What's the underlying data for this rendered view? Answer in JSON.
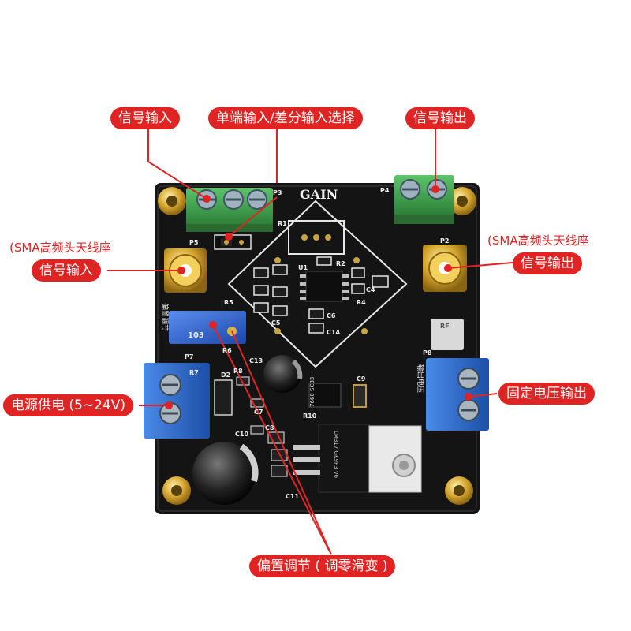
{
  "callouts": {
    "signal_input_top": "信号输入",
    "select": "单端输入/差分输入选择",
    "signal_output_top": "信号输出",
    "sma_left_note": "(SMA高频头天线座",
    "signal_input_sma": "信号输入",
    "sma_right_note": "(SMA高频头天线座",
    "signal_output_sma": "信号输出",
    "power": "电源供电 (5~24V)",
    "fixed_output": "固定电压输出",
    "offset_adjust": "偏置调节 ( 调零滑变 )"
  },
  "silkscreen": {
    "gain": "GAIN",
    "p3": "P3",
    "p4": "P4",
    "p5": "P5",
    "p2": "P2",
    "p7": "P7",
    "p8": "P8",
    "r1": "R1",
    "r2": "R2",
    "r4": "R4",
    "r5": "R5",
    "r6": "R6",
    "r7": "R7",
    "r8": "R8",
    "r10": "R10",
    "u1": "U1",
    "c4": "C4",
    "c5": "C5",
    "c6": "C6",
    "c7": "C7",
    "c8": "C8",
    "c9": "C9",
    "c10": "C10",
    "c11": "C11",
    "c13": "C13",
    "c14": "C14",
    "d2": "D2",
    "left_vertical": "偏置调节",
    "right_vertical": "输出电压",
    "chip_u2": "7660 SC83",
    "chip_lm317": "LM317 GK9P3 V6",
    "pot_label": "103",
    "rf": "RF"
  },
  "colors": {
    "callout": "#e02424",
    "pcb": "#141414",
    "terminal_green": "#3fa34a",
    "terminal_blue": "#2f6fd0",
    "brass": "#d8a830"
  }
}
